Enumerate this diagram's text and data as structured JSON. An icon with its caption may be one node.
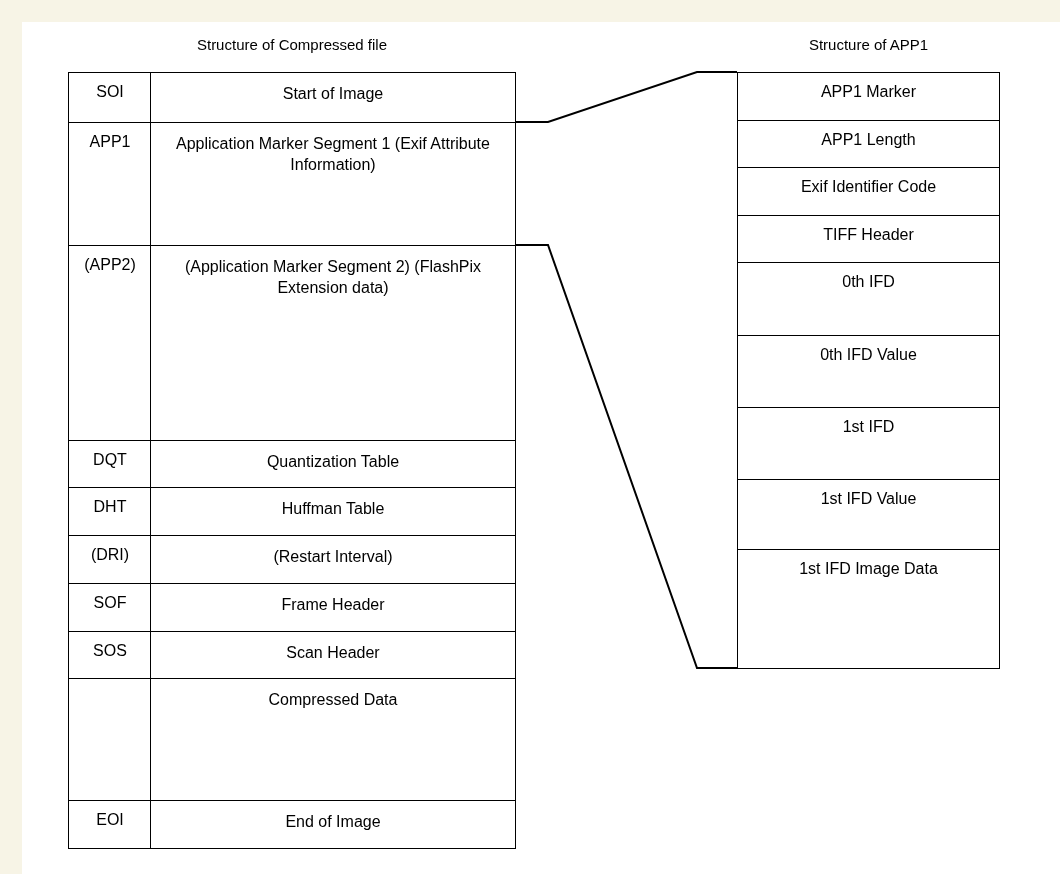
{
  "diagram": {
    "nodes": [
      {
        "text": [
          "Structure of Compressed file"
        ]
      },
      {
        "text": [
          "SOI",
          "Start of Image"
        ],
        "in": 0
      },
      {
        "text": [
          "APP1",
          "Application Marker Segment 1 (Exif Attribute Information)"
        ],
        "in": 0
      },
      {
        "text": [
          "(APP2)",
          "(Application Marker Segment 2) (FlashPix Extension data)"
        ],
        "in": 0
      },
      {
        "text": [
          "DQT",
          "Quantization Table"
        ],
        "in": 0
      },
      {
        "text": [
          "DHT",
          "Huffman Table"
        ],
        "in": 0
      },
      {
        "text": [
          "(DRI)",
          "(Restart Interval)"
        ],
        "in": 0
      },
      {
        "text": [
          "SOF",
          "Frame Header"
        ],
        "in": 0
      },
      {
        "text": [
          "SOS",
          "Scan Header"
        ],
        "in": 0
      },
      {
        "text": [
          "Compressed Data"
        ],
        "in": 0
      },
      {
        "text": [
          "EOI",
          "End of Image"
        ],
        "in": 0
      },
      {
        "text": [
          "Structure of APP1"
        ]
      },
      {
        "text": [
          "APP1 Marker"
        ],
        "in": 11
      },
      {
        "text": [
          "APP1 Length"
        ],
        "in": 11
      },
      {
        "text": [
          "Exif Identifier Code"
        ],
        "in": 11
      },
      {
        "text": [
          "TIFF Header"
        ],
        "in": 11
      },
      {
        "text": [
          "0th IFD"
        ],
        "in": 11
      },
      {
        "text": [
          "0th IFD Value"
        ],
        "in": 11
      },
      {
        "text": [
          "1st IFD"
        ],
        "in": 11
      },
      {
        "text": [
          "1st IFD Value"
        ],
        "in": 11
      },
      {
        "text": [
          "1st IFD Image Data"
        ],
        "in": 11
      }
    ],
    "edges": [
      {
        "from": 2,
        "to": 11,
        "arrow": "none"
      },
      {
        "from": 2,
        "to": 11,
        "arrow": "none"
      }
    ]
  }
}
